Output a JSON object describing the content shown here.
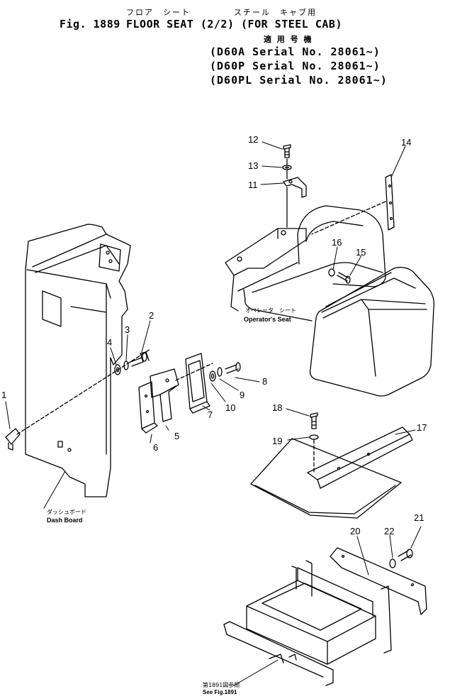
{
  "header": {
    "jp_line_1": "フロア　シート",
    "jp_line_2": "スチール　キャブ用",
    "fig_number": "Fig. 1889",
    "title": "FLOOR SEAT (2/2) (FOR STEEL CAB)",
    "applicable_jp": "適 用 号 機",
    "serials": [
      "(D60A  Serial No. 28061~)",
      "(D60P  Serial No. 28061~)",
      "(D60PL Serial No. 28061~)"
    ]
  },
  "callouts": [
    "1",
    "2",
    "3",
    "4",
    "5",
    "6",
    "7",
    "8",
    "9",
    "10",
    "11",
    "12",
    "13",
    "14",
    "15",
    "16",
    "17",
    "18",
    "19",
    "20",
    "21",
    "22"
  ],
  "labels": {
    "operator_seat_jp": "オペレータ　シート",
    "operator_seat": "Operator's Seat",
    "dash_board_jp": "ダッシュボード",
    "dash_board": "Dash Board",
    "see_fig_jp": "第1891図参照",
    "see_fig": "See Fig.1891"
  }
}
